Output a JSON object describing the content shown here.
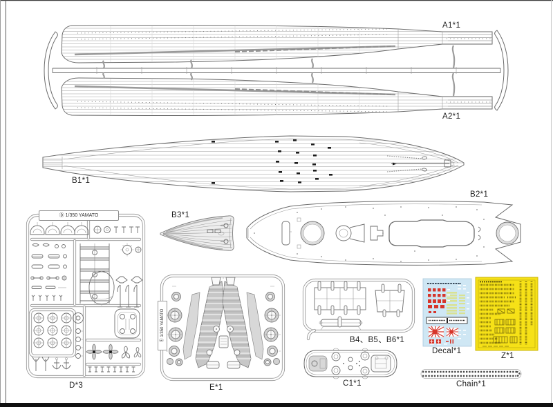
{
  "sheet": {
    "labels": {
      "a1": "A1*1",
      "a2": "A2*1",
      "b1": "B1*1",
      "b2": "B2*1",
      "b3": "B3*1",
      "d": "D*3",
      "e": "E*1",
      "b456": "B4、B5、B6*1",
      "c1": "C1*1",
      "decal": "Decal*1",
      "z": "Z*1",
      "chain": "Chain*1"
    },
    "sprue_tags": {
      "d_tag": "Ⓓ 1/350 YAMATO",
      "e_tag": "Ⓔ 1/350 YAMATO"
    },
    "colors": {
      "line": "#6a6a6a",
      "decal_bg": "#cfe7f4",
      "decal_red": "#d6352a",
      "decal_green": "#d9e293",
      "pe_yellow": "#f6e117",
      "pe_detail": "#7a6c0a"
    }
  }
}
